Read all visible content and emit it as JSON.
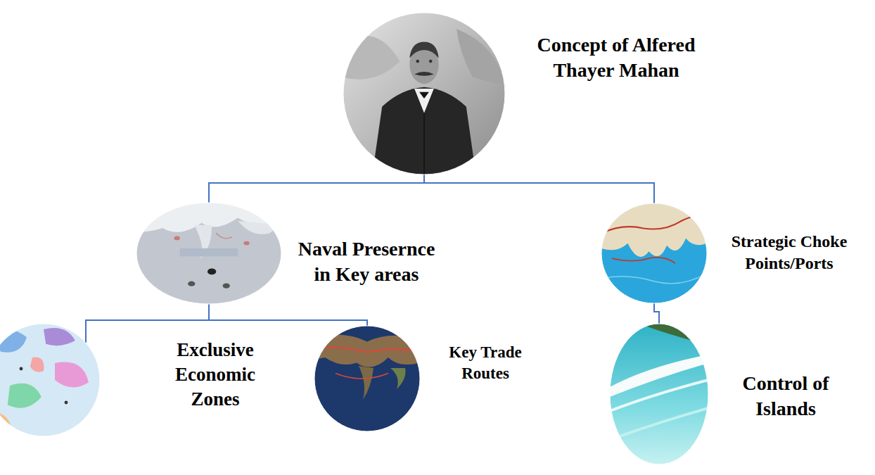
{
  "diagram": {
    "nodes": [
      {
        "text": [
          "Concept of Alfered Thayer Mahan"
        ]
      },
      {
        "text": [
          "Naval Presernce in Key areas"
        ]
      },
      {
        "text": [
          "Strategic Choke Points/Ports"
        ]
      },
      {
        "text": [
          "Exclusive Economic Zones"
        ]
      },
      {
        "text": [
          "Key Trade Routes"
        ]
      },
      {
        "text": [
          "Control of Islands"
        ]
      }
    ],
    "edges": [
      {
        "from": 0,
        "to": 1,
        "arrow": "none"
      },
      {
        "from": 0,
        "to": 2,
        "arrow": "none"
      },
      {
        "from": 1,
        "to": 3,
        "arrow": "none"
      },
      {
        "from": 1,
        "to": 4,
        "arrow": "none"
      },
      {
        "from": 2,
        "to": 5,
        "arrow": "none"
      }
    ]
  }
}
